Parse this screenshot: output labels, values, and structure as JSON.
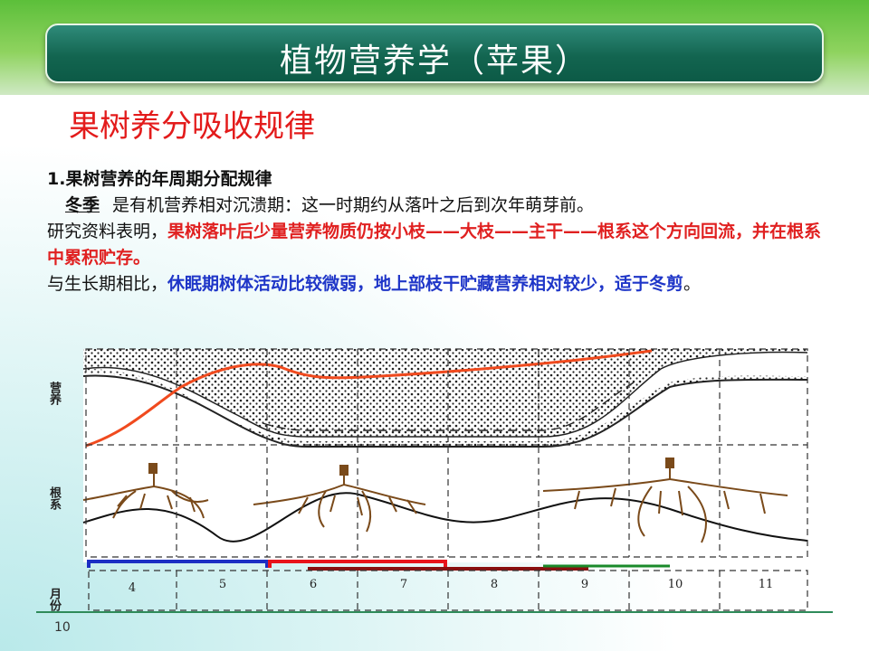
{
  "header": {
    "title": "植物营养学（苹果）"
  },
  "subtitle": "果树养分吸收规律",
  "body": {
    "heading": "1.果树营养的年周期分配规律",
    "line1_underlined": "冬季",
    "line1_rest": "是有机营养相对沉溃期：这一时期约从落叶之后到次年萌芽前。",
    "line2_prefix": "研究资料表明，",
    "line2_red": "果树落叶后少量营养物质仍按小枝——大枝——主干——根系这个方向回流，并在根系中累积贮存。",
    "line3_prefix": "与生长期相比，",
    "line3_blue": "休眠期树体活动比较微弱，地上部枝干贮藏营养相对较少，适于冬剪",
    "line3_end": "。"
  },
  "diagram": {
    "label_nutrition": "营养",
    "label_roots": "根系",
    "label_month": "月份",
    "months": [
      "4",
      "5",
      "6",
      "7",
      "8",
      "9",
      "10",
      "11"
    ],
    "colors": {
      "red_curve": "#f04a1e",
      "blue_bar": "#1b2fc4",
      "red_bar": "#e8141b",
      "darkred_bar": "#8a1010",
      "green_bar": "#1a8a2a",
      "root": "#7a4a1a"
    }
  },
  "footer": {
    "page_number": "10"
  }
}
